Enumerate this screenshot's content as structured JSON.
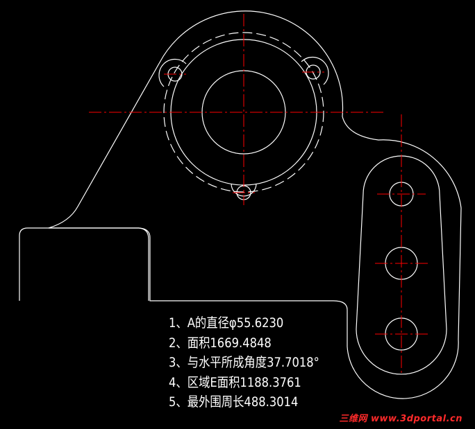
{
  "drawing": {
    "outline_color": "#ffffff",
    "centerline_color": "#ff0000",
    "background": "#000000"
  },
  "notes": [
    "1、A的直径φ55.6230",
    "2、面积1669.4848",
    "3、与水平所成角度37.7018°",
    "4、区域E面积1188.3761",
    "5、最外围周长488.3014"
  ],
  "watermark": "三维网 www.3dportal.cn"
}
